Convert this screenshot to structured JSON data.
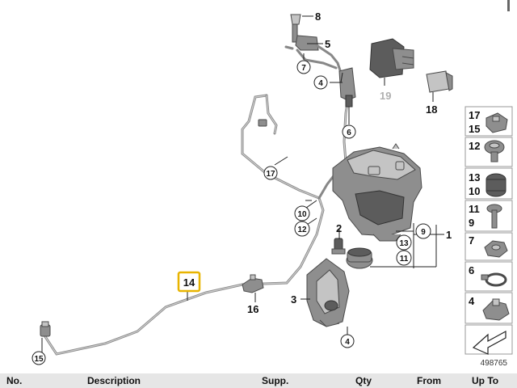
{
  "callouts": {
    "c1": "1",
    "c2": "2",
    "c3": "3",
    "c4a": "4",
    "c4b": "4",
    "c5": "5",
    "c6": "6",
    "c7": "7",
    "c8": "8",
    "c9": "9",
    "c10": "10",
    "c11": "11",
    "c12": "12",
    "c13": "13",
    "c14": "14",
    "c15": "15",
    "c16": "16",
    "c17": "17",
    "c18": "18",
    "c19": "19"
  },
  "legend": {
    "r1a": "17",
    "r1b": "15",
    "r2": "12",
    "r3a": "13",
    "r3b": "10",
    "r4a": "11",
    "r4b": "9",
    "r5": "7",
    "r6": "6",
    "r7": "4"
  },
  "diagram_id": "498765",
  "table_header": {
    "col1": "No.",
    "col2": "Description",
    "col3": "Supp.",
    "col4": "Qty",
    "col5": "From",
    "col6": "Up To"
  },
  "colors": {
    "highlight": "#e8b400",
    "faded_label": "#b0b0b0"
  }
}
